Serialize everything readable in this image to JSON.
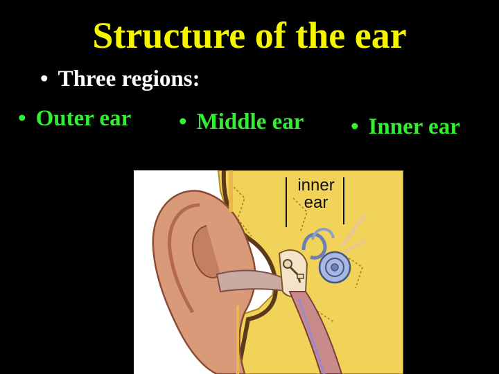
{
  "slide": {
    "title": "Structure of the ear",
    "bullet_symbol": "•",
    "main_bullet": "Three regions:",
    "regions": [
      "Outer ear",
      "Middle ear",
      "Inner ear"
    ]
  },
  "figure": {
    "label_line1": "inner",
    "label_line2": "ear"
  },
  "colors": {
    "background": "#000000",
    "title": "#f5f500",
    "main_bullet": "#ffffff",
    "region_bullets": "#33ee33"
  }
}
